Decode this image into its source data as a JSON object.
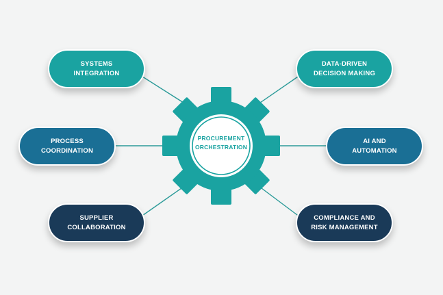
{
  "diagram": {
    "center": {
      "line1": "PROCUREMENT",
      "line2": "ORCHESTRATION"
    },
    "nodes": {
      "systems_integration": {
        "line1": "SYSTEMS",
        "line2": "INTEGRATION"
      },
      "process_coordination": {
        "line1": "PROCESS",
        "line2": "COORDINATION"
      },
      "supplier_collaboration": {
        "line1": "SUPPLIER",
        "line2": "COLLABORATION"
      },
      "data_driven": {
        "line1": "DATA-DRIVEN",
        "line2": "DECISION MAKING"
      },
      "ai_automation": {
        "line1": "AI AND",
        "line2": "AUTOMATION"
      },
      "compliance": {
        "line1": "COMPLIANCE AND",
        "line2": "RISK MANAGEMENT"
      }
    }
  },
  "colors": {
    "background": "#f3f4f4",
    "teal": "#1aa3a1",
    "blue": "#1a6f95",
    "navy": "#1a3a58",
    "connector": "#2a9a98"
  },
  "icons": {
    "center": "gear-icon"
  }
}
